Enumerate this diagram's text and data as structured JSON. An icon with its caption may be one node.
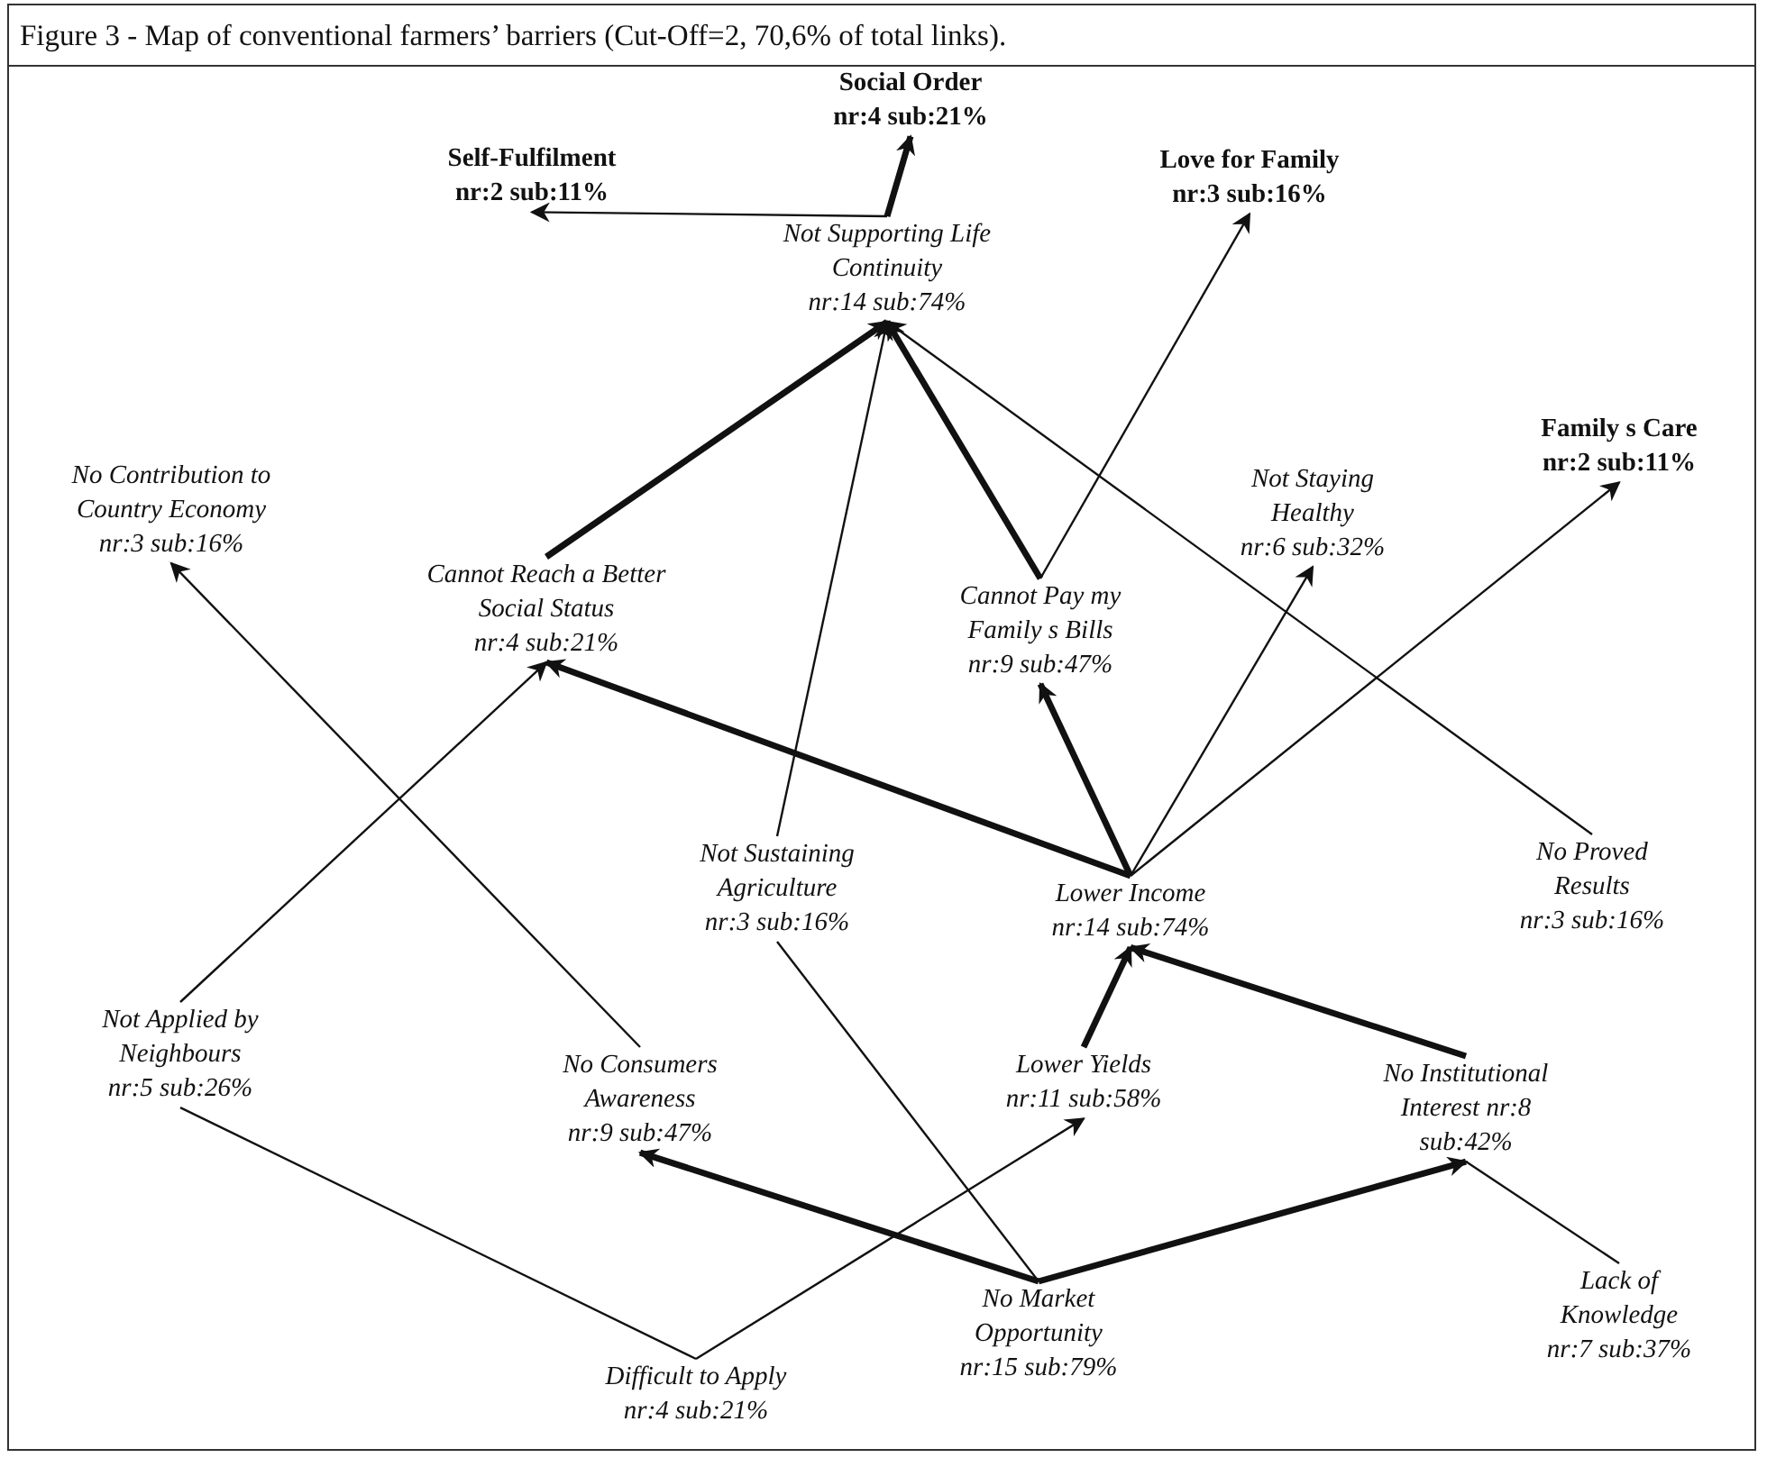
{
  "diagram": {
    "title": "Figure 3 - Map of conventional farmers’ barriers (Cut-Off=2, 70,6% of total links).",
    "nodes": [
      {
        "text": [
          "Self-Fulfilment",
          "nr:2 sub:11%"
        ]
      },
      {
        "text": [
          "Social Order",
          "nr:4 sub:21%"
        ]
      },
      {
        "text": [
          "Love for Family",
          "nr:3 sub:16%"
        ]
      },
      {
        "text": [
          "Not Supporting Life Continuity",
          "nr:14 sub:74%"
        ]
      },
      {
        "text": [
          "Family s Care",
          "nr:2 sub:11%"
        ]
      },
      {
        "text": [
          "No Contribution to Country Economy",
          "nr:3 sub:16%"
        ]
      },
      {
        "text": [
          "Not Staying Healthy",
          "nr:6 sub:32%"
        ]
      },
      {
        "text": [
          "Cannot Reach a Better Social Status",
          "nr:4 sub:21%"
        ]
      },
      {
        "text": [
          "Cannot Pay my Family s Bills",
          "nr:9 sub:47%"
        ]
      },
      {
        "text": [
          "Not Sustaining Agriculture",
          "nr:3 sub:16%"
        ]
      },
      {
        "text": [
          "No Proved Results",
          "nr:3 sub:16%"
        ]
      },
      {
        "text": [
          "Lower Income",
          "nr:14 sub:74%"
        ]
      },
      {
        "text": [
          "Not Applied by Neighbours",
          "nr:5 sub:26%"
        ]
      },
      {
        "text": [
          "No Consumers Awareness",
          "nr:9 sub:47%"
        ]
      },
      {
        "text": [
          "Lower Yields",
          "nr:11 sub:58%"
        ]
      },
      {
        "text": [
          "No Institutional Interest nr:8 sub:42%"
        ]
      },
      {
        "text": [
          "No Market Opportunity",
          "nr:15 sub:79%"
        ]
      },
      {
        "text": [
          "Lack of Knowledge",
          "nr:7 sub:37%"
        ]
      },
      {
        "text": [
          "Difficult to Apply",
          "nr:4 sub:21%"
        ]
      }
    ],
    "edges": [
      {
        "from": 3,
        "to": 1,
        "arrow": "to",
        "style": "thick"
      },
      {
        "from": 3,
        "to": 0,
        "arrow": "to"
      },
      {
        "from": 8,
        "to": 3,
        "arrow": "to",
        "style": "thick"
      },
      {
        "from": 8,
        "to": 2,
        "arrow": "to"
      },
      {
        "from": 7,
        "to": 3,
        "arrow": "to",
        "style": "thick"
      },
      {
        "from": 9,
        "to": 3,
        "arrow": "to"
      },
      {
        "from": 10,
        "to": 3,
        "arrow": "to"
      },
      {
        "from": 11,
        "to": 7,
        "arrow": "to",
        "style": "thick"
      },
      {
        "from": 11,
        "to": 8,
        "arrow": "to",
        "style": "thick"
      },
      {
        "from": 11,
        "to": 6,
        "arrow": "to"
      },
      {
        "from": 11,
        "to": 4,
        "arrow": "to"
      },
      {
        "from": 14,
        "to": 11,
        "arrow": "to",
        "style": "thick"
      },
      {
        "from": 15,
        "to": 11,
        "arrow": "to",
        "style": "thick"
      },
      {
        "from": 17,
        "to": 15,
        "arrow": "none"
      },
      {
        "from": 16,
        "to": 13,
        "arrow": "to",
        "style": "thick"
      },
      {
        "from": 16,
        "to": 15,
        "arrow": "to",
        "style": "thick"
      },
      {
        "from": 16,
        "to": 9,
        "arrow": "none"
      },
      {
        "from": 18,
        "to": 14,
        "arrow": "to"
      },
      {
        "from": 18,
        "to": 12,
        "arrow": "none"
      },
      {
        "from": 12,
        "to": 7,
        "arrow": "to"
      },
      {
        "from": 13,
        "to": 5,
        "arrow": "to"
      }
    ]
  }
}
